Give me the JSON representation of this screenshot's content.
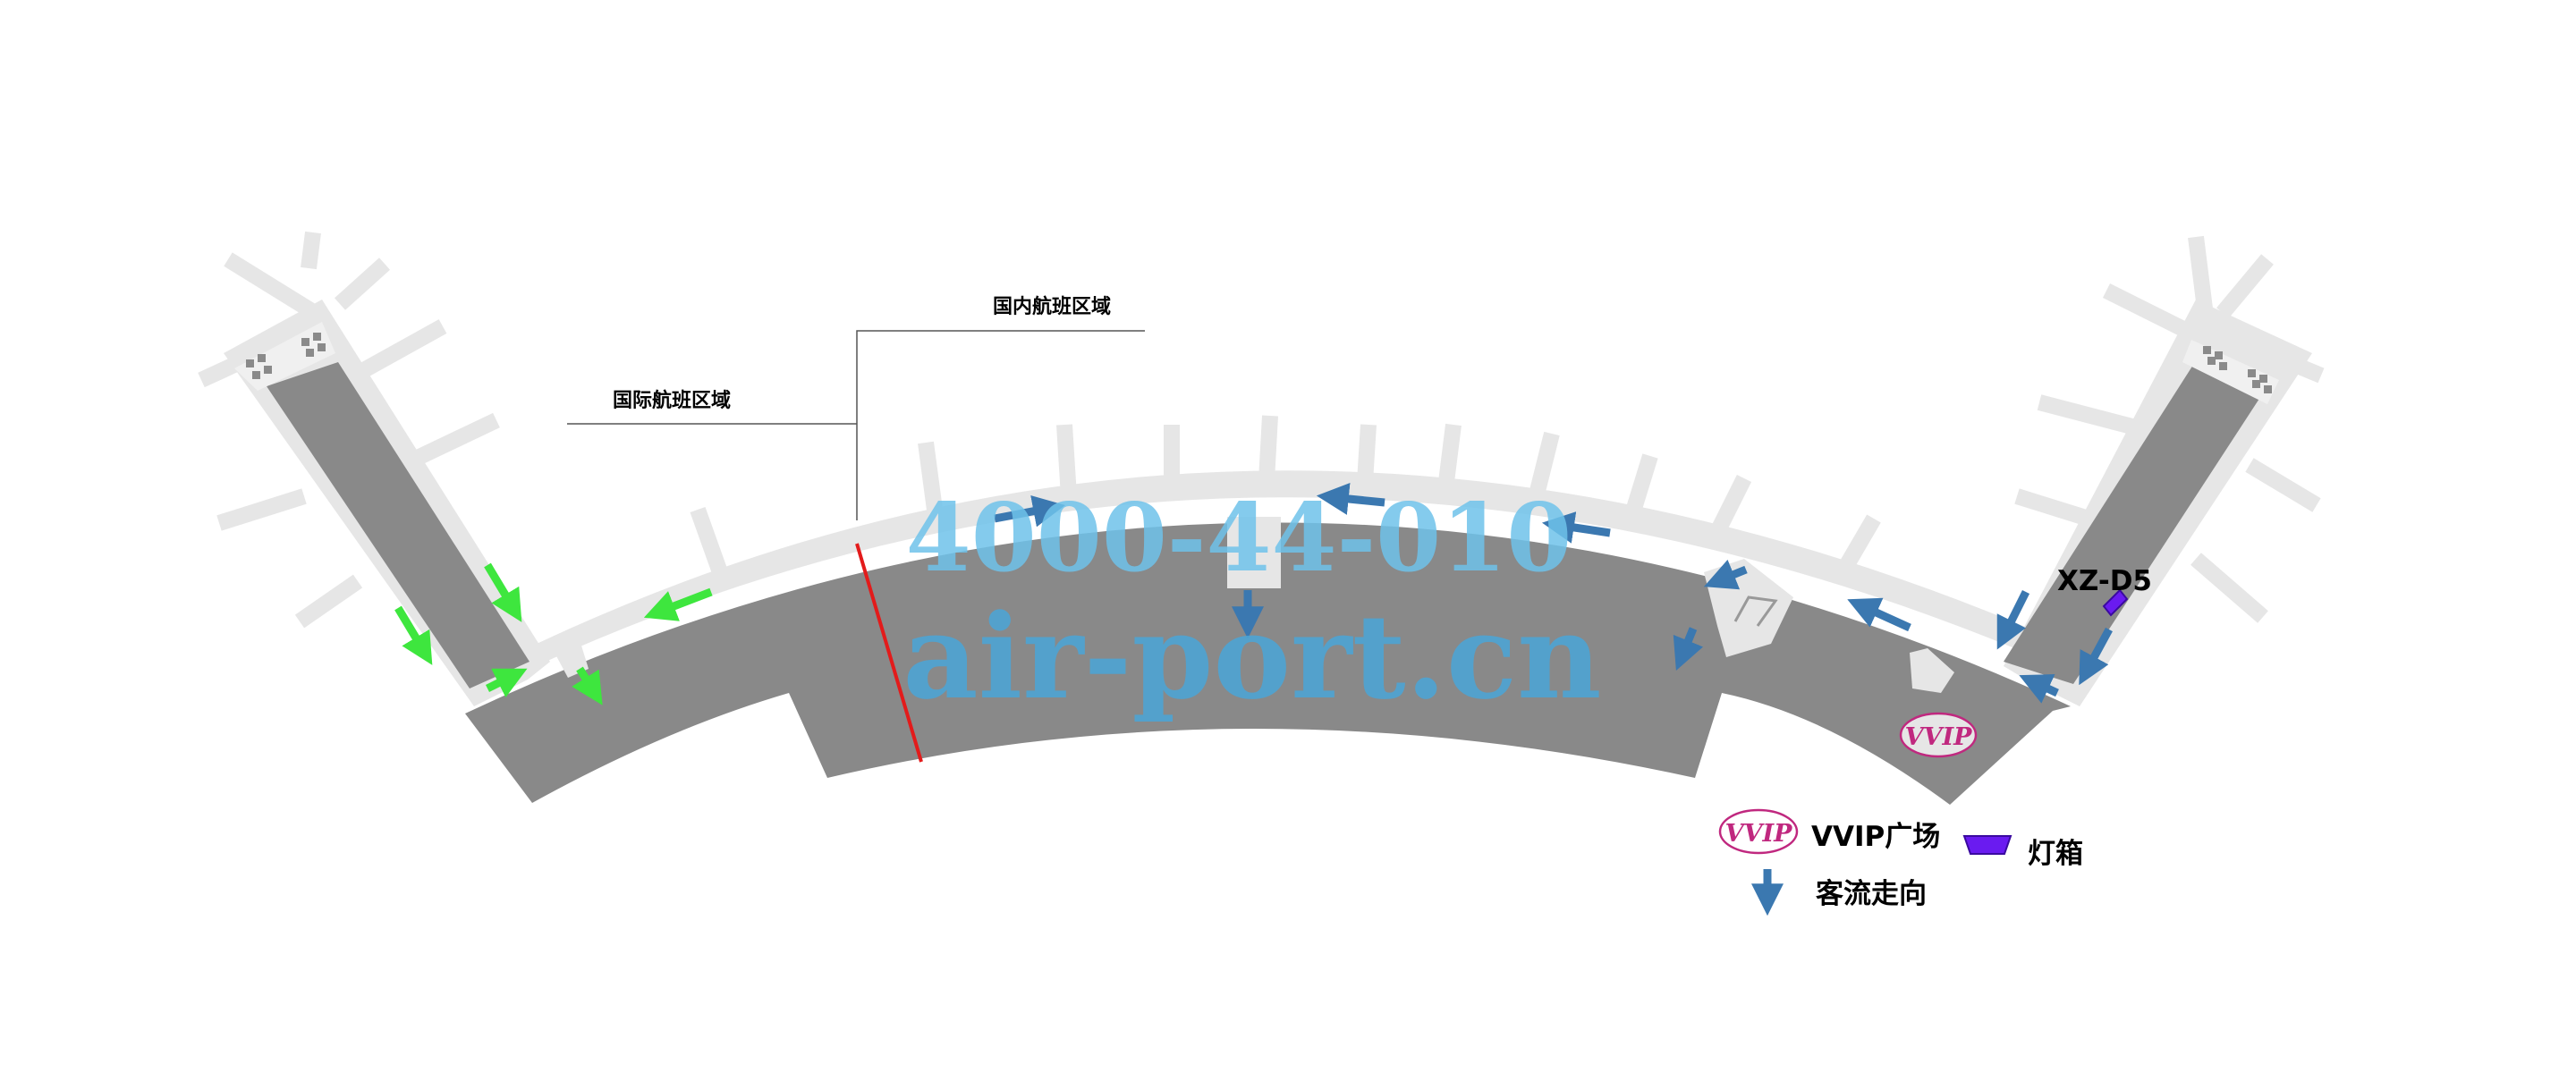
{
  "zones": {
    "domestic_label": "国内航班区域",
    "international_label": "国际航班区域"
  },
  "lightbox": {
    "code": "XZ-D5"
  },
  "watermark": {
    "phone": "4000-44-010",
    "site": "air-port.cn"
  },
  "vvip_badge": {
    "text": "VVIP"
  },
  "legend": {
    "vvip_label": "VVIP广场",
    "lightbox_label": "灯箱",
    "passenger_flow_label": "客流走向"
  },
  "colors": {
    "floor": "#898989",
    "apron": "#e6e6e6",
    "boundary_line": "#e31b1b",
    "flow_arrow_blue": "#3b78b0",
    "flow_arrow_green": "#3ee63e",
    "lightbox": "#6a1bf0",
    "vvip_badge": "#c0287f",
    "watermark": "#4aa6d8"
  },
  "icons": {
    "flow": "arrow-icon",
    "lightbox": "lightbox-icon",
    "vvip": "vvip-badge-icon"
  }
}
